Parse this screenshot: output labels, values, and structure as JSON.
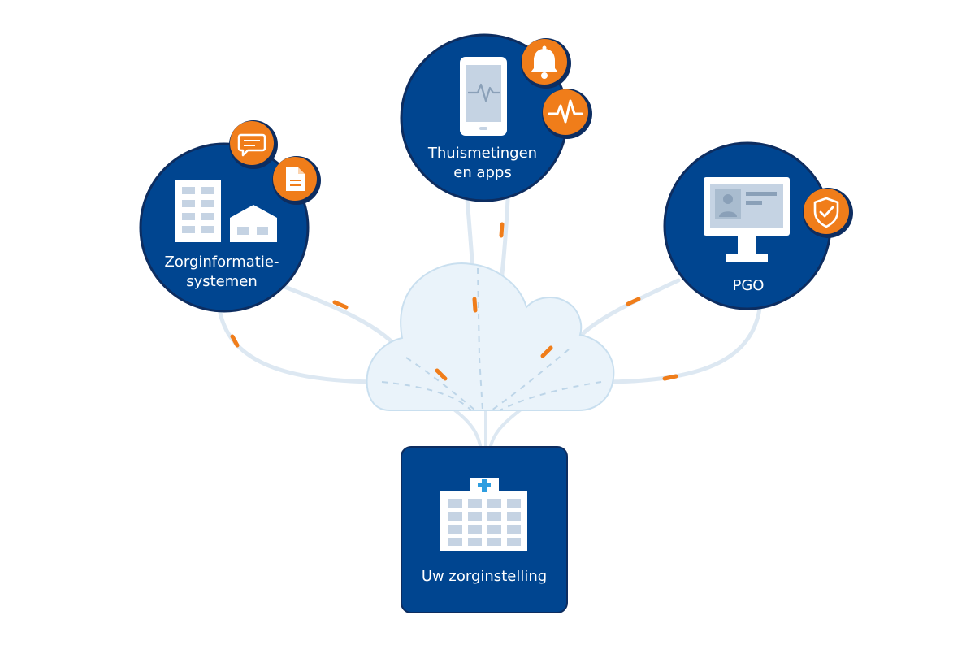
{
  "nodes": {
    "zorginformatie": {
      "label_line1": "Zorginformatie-",
      "label_line2": "systemen",
      "icons": [
        "office-building-icon",
        "warehouse-icon",
        "chat-message-icon",
        "document-icon"
      ]
    },
    "thuismetingen": {
      "label_line1": "Thuismetingen",
      "label_line2": "en apps",
      "icons": [
        "smartphone-heartbeat-icon",
        "bell-icon",
        "heartbeat-icon"
      ]
    },
    "pgo": {
      "label": "PGO",
      "icons": [
        "monitor-profile-icon",
        "shield-check-icon"
      ]
    },
    "zorginstelling": {
      "label": "Uw zorginstelling",
      "icons": [
        "hospital-icon"
      ]
    }
  },
  "hub": {
    "icon": "cloud-icon"
  },
  "colors": {
    "node_fill": "#004590",
    "node_border": "#0d2d60",
    "accent": "#f07d1a",
    "cloud_fill": "#eaf3fa",
    "cloud_border": "#c9dfef",
    "cable": "#dde8f2",
    "icon_light": "#c5d3e3",
    "icon_white": "#ffffff",
    "medical_cross": "#2f9ee0"
  }
}
